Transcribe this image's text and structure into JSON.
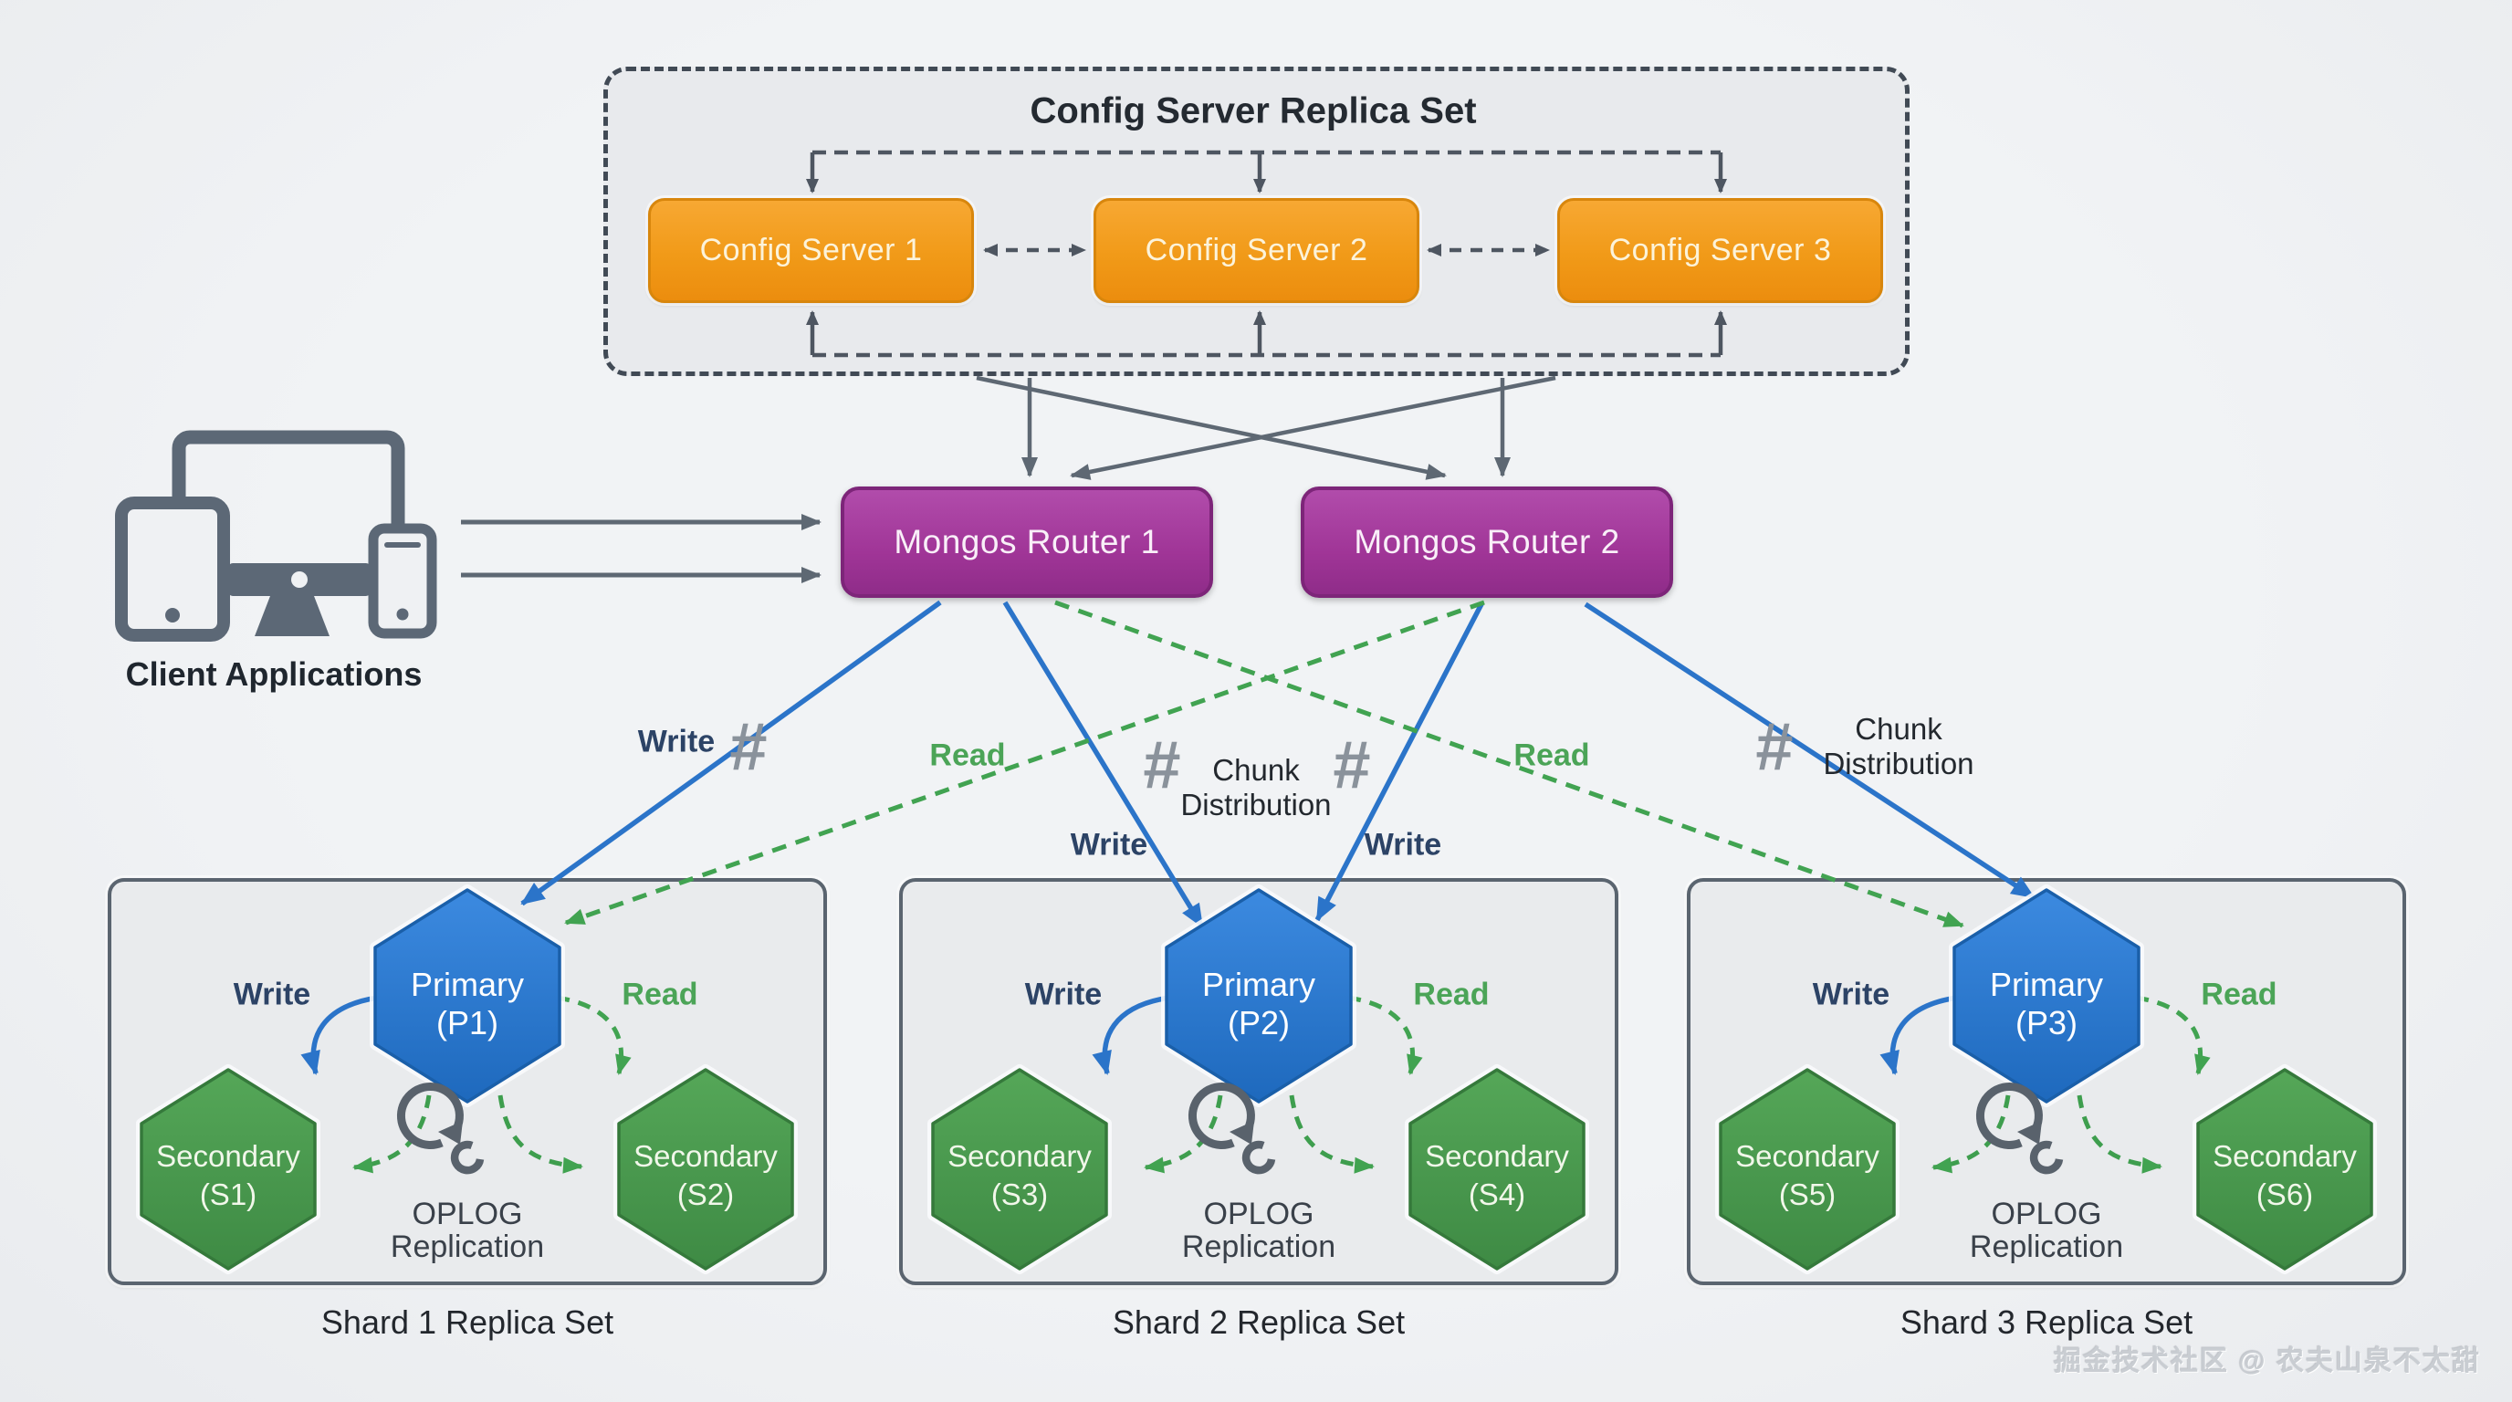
{
  "config_group": {
    "title": "Config Server Replica Set",
    "servers": [
      "Config Server 1",
      "Config Server 2",
      "Config Server 3"
    ]
  },
  "routers": [
    {
      "label": "Mongos Router 1"
    },
    {
      "label": "Mongos Router 2"
    }
  ],
  "client": {
    "label": "Client Applications"
  },
  "flow": {
    "write": "Write",
    "read": "Read",
    "hash": "#",
    "chunk": {
      "line1": "Chunk",
      "line2": "Distribution"
    }
  },
  "shards": [
    {
      "title": "Shard 1 Replica Set",
      "write": "Write",
      "read": "Read",
      "primary": {
        "role": "Primary",
        "id": "(P1)"
      },
      "secondary_left": {
        "role": "Secondary",
        "id": "(S1)"
      },
      "secondary_right": {
        "role": "Secondary",
        "id": "(S2)"
      },
      "oplog": {
        "line1": "OPLOG",
        "line2": "Replication"
      }
    },
    {
      "title": "Shard 2 Replica Set",
      "write": "Write",
      "read": "Read",
      "primary": {
        "role": "Primary",
        "id": "(P2)"
      },
      "secondary_left": {
        "role": "Secondary",
        "id": "(S3)"
      },
      "secondary_right": {
        "role": "Secondary",
        "id": "(S4)"
      },
      "oplog": {
        "line1": "OPLOG",
        "line2": "Replication"
      }
    },
    {
      "title": "Shard 3 Replica Set",
      "write": "Write",
      "read": "Read",
      "primary": {
        "role": "Primary",
        "id": "(P3)"
      },
      "secondary_left": {
        "role": "Secondary",
        "id": "(S5)"
      },
      "secondary_right": {
        "role": "Secondary",
        "id": "(S6)"
      },
      "oplog": {
        "line1": "OPLOG",
        "line2": "Replication"
      }
    }
  ],
  "watermark": "掘金技术社区 @ 农夫山泉不太甜",
  "colors": {
    "config_orange": "#F19A18",
    "router_purple": "#A03597",
    "primary_blue": "#2B74C9",
    "secondary_green": "#41A351",
    "arrow_gray": "#5E6873",
    "write_navy": "#2C4366",
    "read_green": "#4BA457",
    "background": "#EEF0F2"
  },
  "icons": {
    "client": "devices-icon",
    "oplog": "sync-icon",
    "shard_key": "hash-icon"
  }
}
